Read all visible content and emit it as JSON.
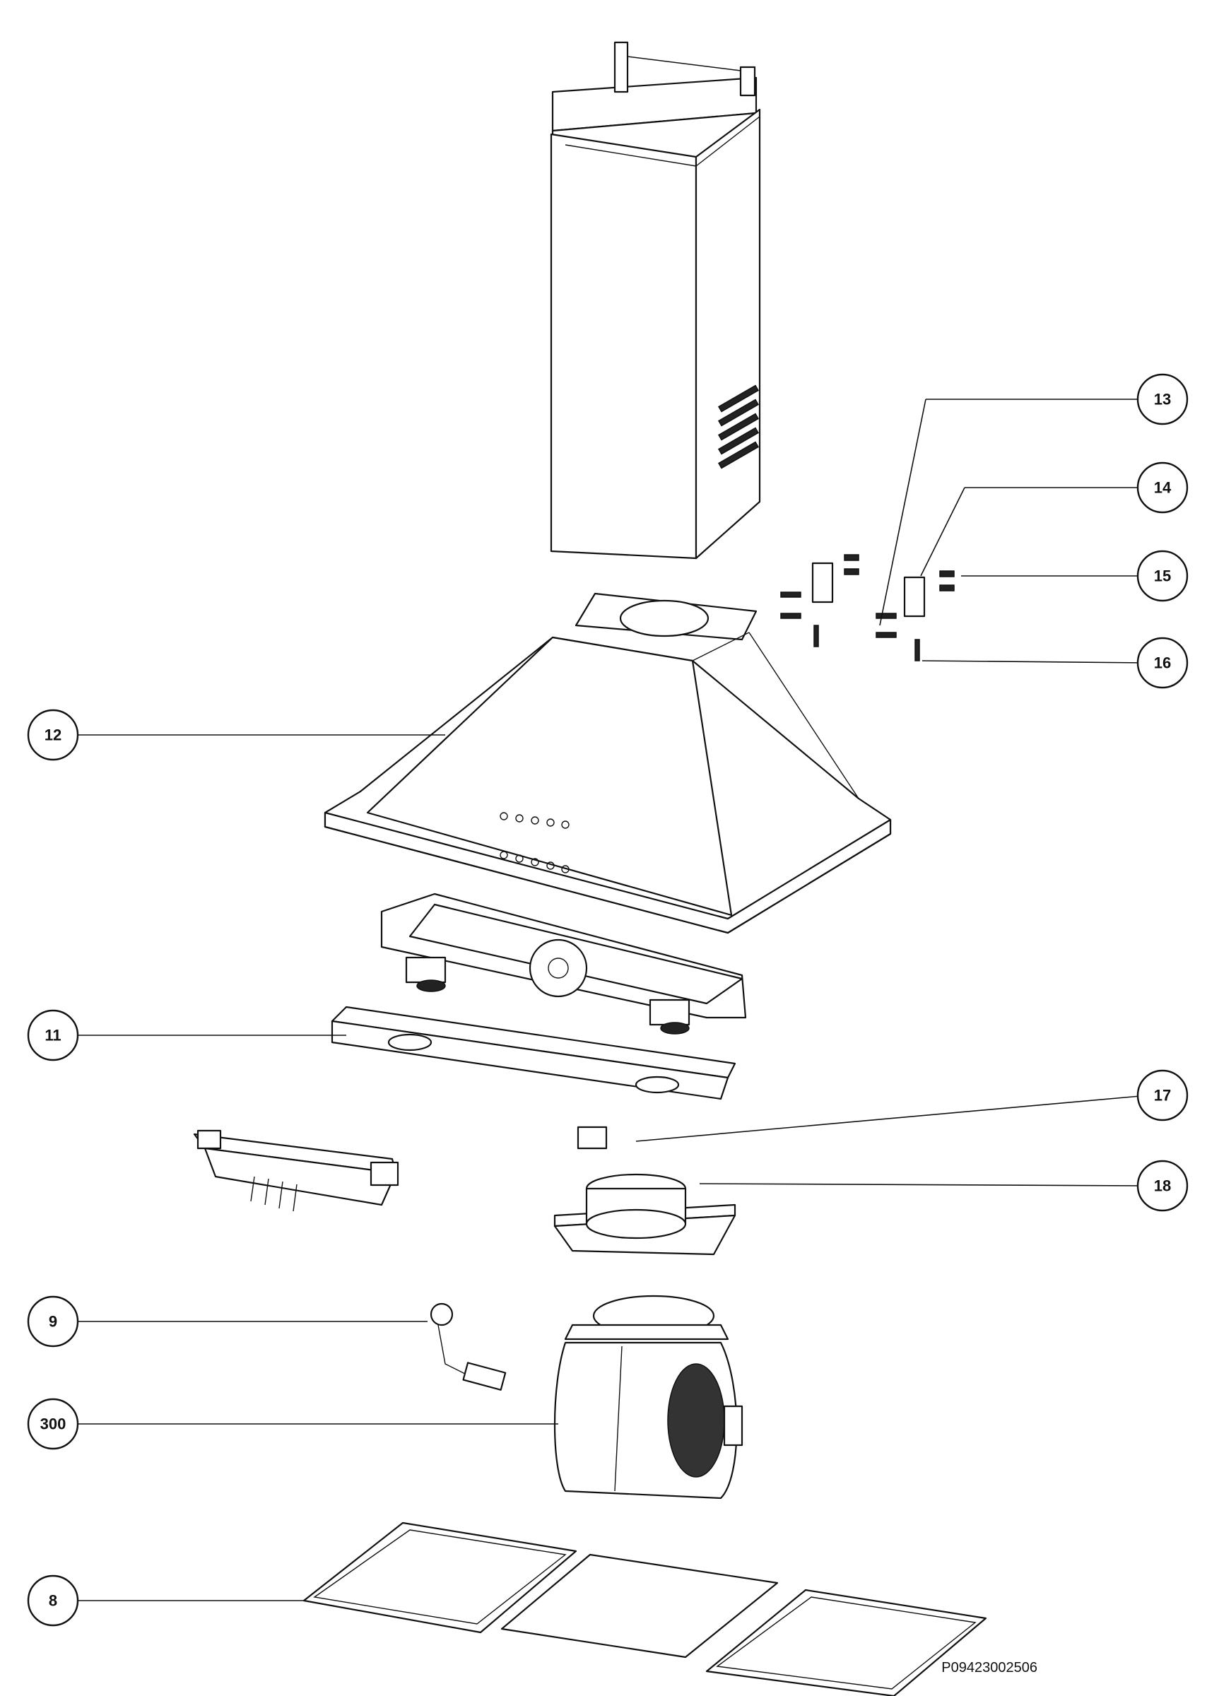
{
  "diagram": {
    "callouts": [
      {
        "id": "c13",
        "label": "13"
      },
      {
        "id": "c14",
        "label": "14"
      },
      {
        "id": "c15",
        "label": "15"
      },
      {
        "id": "c16",
        "label": "16"
      },
      {
        "id": "c12",
        "label": "12"
      },
      {
        "id": "c11",
        "label": "11"
      },
      {
        "id": "c17",
        "label": "17"
      },
      {
        "id": "c18",
        "label": "18"
      },
      {
        "id": "c9",
        "label": "9"
      },
      {
        "id": "c300",
        "label": "300"
      },
      {
        "id": "c8",
        "label": "8"
      }
    ]
  },
  "document_reference": "P09423002506"
}
